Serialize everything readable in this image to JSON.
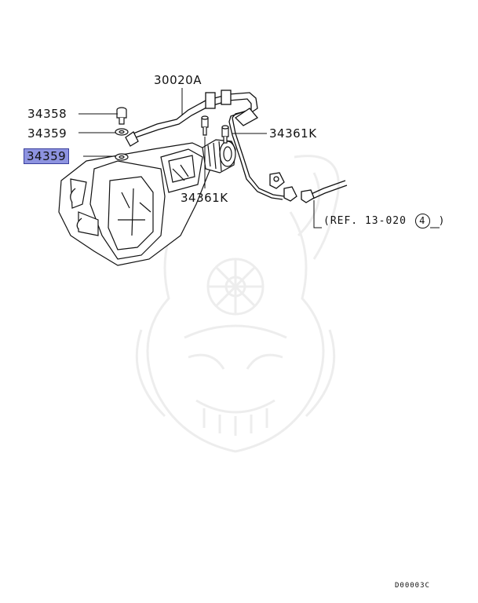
{
  "parts": {
    "p30020a": "30020A",
    "p34358": "34358",
    "p34359_upper": "34359",
    "p34359_lower": "34359",
    "p34361k_right": "34361K",
    "p34361k_bottom": "34361K"
  },
  "reference": {
    "open": "(REF. 13-020",
    "num": "4",
    "close": ")"
  },
  "diagram_code": "D00003C",
  "highlight_color": "#8d93e0"
}
